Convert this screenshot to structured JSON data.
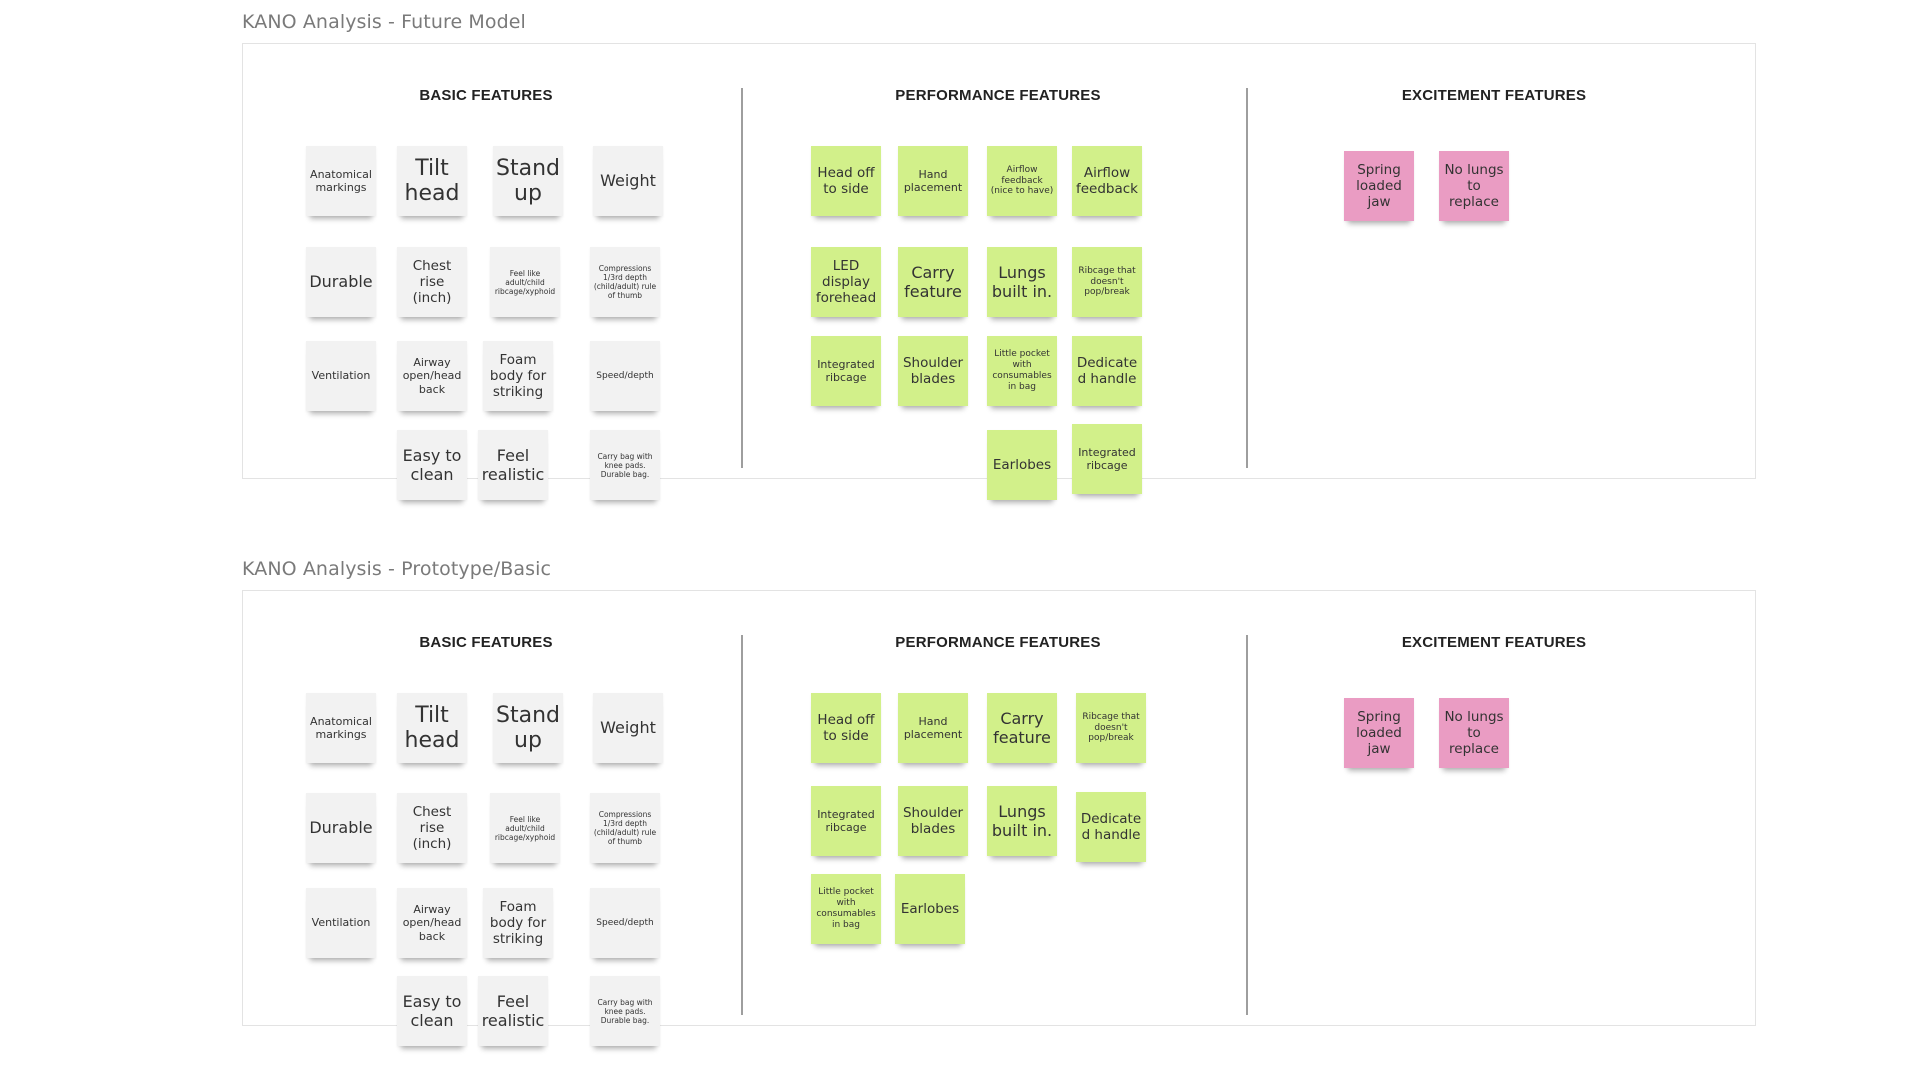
{
  "boards": [
    {
      "title": "KANO Analysis - Future Model",
      "columns": {
        "basic": "BASIC FEATURES",
        "performance": "PERFORMANCE FEATURES",
        "excitement": "EXCITEMENT FEATURES"
      },
      "basic_notes": [
        "Anatomical markings",
        "Tilt head",
        "Stand up",
        "Weight",
        "Durable",
        "Chest rise (inch)",
        "Feel like adult/child ribcage/xyphoid",
        "Compressions 1/3rd depth (child/adult) rule of thumb",
        "Ventilation",
        "Airway open/head back",
        "Foam body for striking",
        "Speed/depth",
        "Easy to clean",
        "Feel realistic",
        "Carry bag with knee pads. Durable bag."
      ],
      "performance_notes": [
        "Head off to side",
        "Hand placement",
        "Airflow feedback (nice to have)",
        "Airflow feedback",
        "LED display forehead",
        "Carry feature",
        "Lungs built in.",
        "Ribcage that doesn't pop/break",
        "Integrated ribcage",
        "Shoulder blades",
        "Little pocket with consumables in bag",
        "Dedicated handle",
        "Earlobes",
        "Integrated ribcage"
      ],
      "excitement_notes": [
        "Spring loaded jaw",
        "No lungs to replace"
      ]
    },
    {
      "title": "KANO Analysis - Prototype/Basic",
      "columns": {
        "basic": "BASIC FEATURES",
        "performance": "PERFORMANCE FEATURES",
        "excitement": "EXCITEMENT FEATURES"
      },
      "basic_notes": [
        "Anatomical markings",
        "Tilt head",
        "Stand up",
        "Weight",
        "Durable",
        "Chest rise (inch)",
        "Feel like adult/child ribcage/xyphoid",
        "Compressions 1/3rd depth (child/adult) rule of thumb",
        "Ventilation",
        "Airway open/head back",
        "Foam body for striking",
        "Speed/depth",
        "Easy to clean",
        "Feel realistic",
        "Carry bag with knee pads. Durable bag."
      ],
      "performance_notes": [
        "Head off to side",
        "Hand placement",
        "Carry feature",
        "Ribcage that doesn't pop/break",
        "Integrated ribcage",
        "Shoulder blades",
        "Lungs built in.",
        "Dedicated handle",
        "Little pocket with consumables in bag",
        "Earlobes"
      ],
      "excitement_notes": [
        "Spring loaded jaw",
        "No lungs to replace"
      ]
    }
  ],
  "colors": {
    "basic_note": "#f2f2f2",
    "performance_note": "#d2f08a",
    "excitement_note": "#ea9cc3",
    "frame_border": "#e3e3e3",
    "divider": "#9e9e9e"
  }
}
